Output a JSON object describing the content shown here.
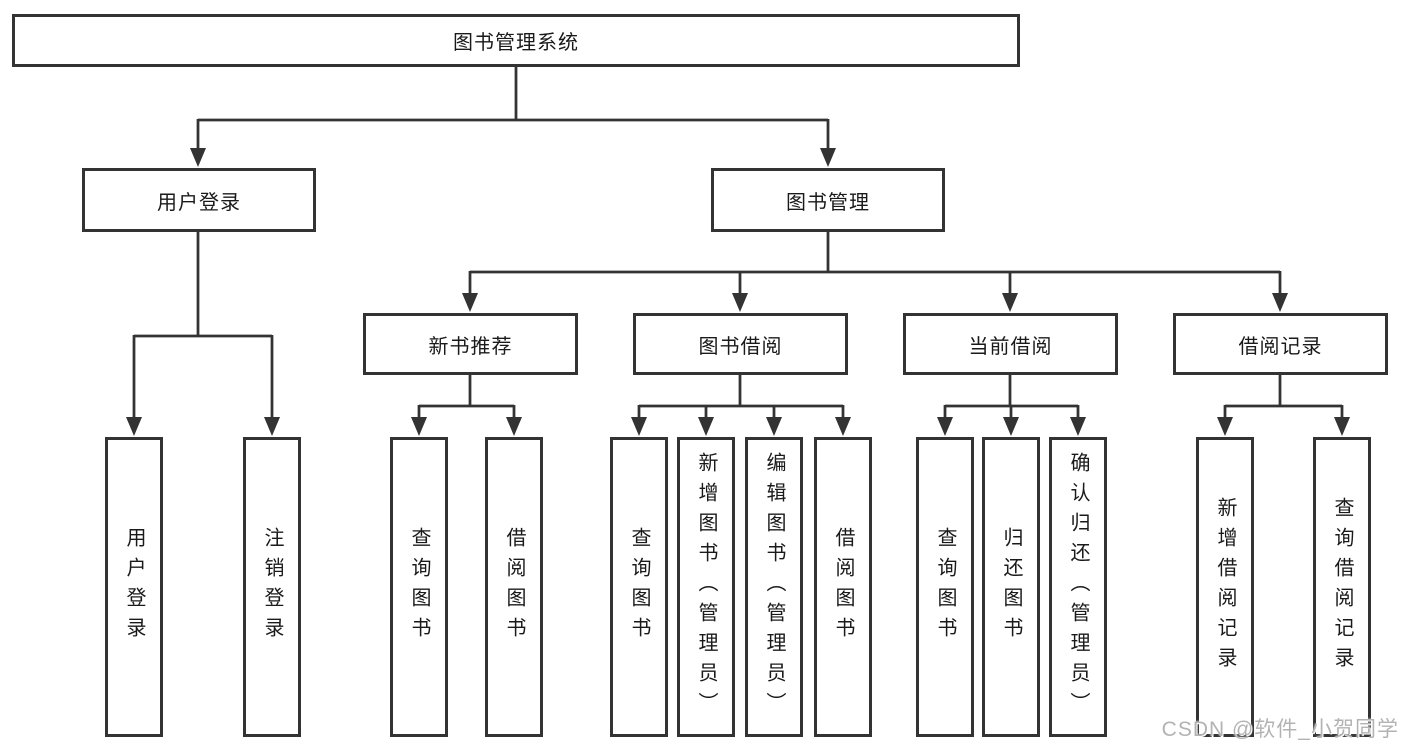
{
  "diagram": {
    "root": {
      "label": "图书管理系统"
    },
    "level2": [
      {
        "label": "用户登录"
      },
      {
        "label": "图书管理"
      }
    ],
    "level3": [
      {
        "label": "新书推荐"
      },
      {
        "label": "图书借阅"
      },
      {
        "label": "当前借阅"
      },
      {
        "label": "借阅记录"
      }
    ],
    "leaves": {
      "user_login": [
        {
          "label": "用户登录"
        },
        {
          "label": "注销登录"
        }
      ],
      "new_book": [
        {
          "label": "查询图书"
        },
        {
          "label": "借阅图书"
        }
      ],
      "book_borrow": [
        {
          "label": "查询图书"
        },
        {
          "label": "新增图书（管理员）"
        },
        {
          "label": "编辑图书（管理员）"
        },
        {
          "label": "借阅图书"
        }
      ],
      "current_borrow": [
        {
          "label": "查询图书"
        },
        {
          "label": "归还图书"
        },
        {
          "label": "确认归还（管理员）"
        }
      ],
      "borrow_record": [
        {
          "label": "新增借阅记录"
        },
        {
          "label": "查询借阅记录"
        }
      ]
    }
  },
  "watermark": {
    "text": "CSDN @软件_小贺同学"
  },
  "colors": {
    "line": "#333333",
    "box_border": "#333333",
    "box_bg": "#ffffff",
    "text": "#1a1a1a",
    "watermark": "#b3b3b3"
  }
}
